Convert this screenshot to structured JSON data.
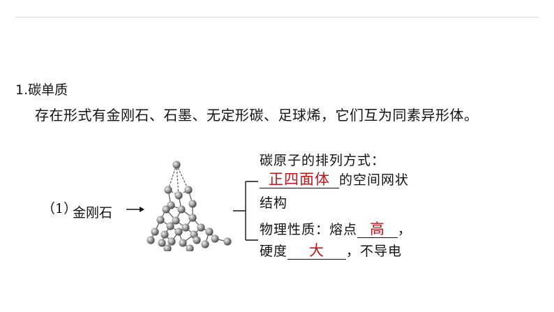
{
  "section": {
    "heading": "1.碳单质",
    "intro": "存在形式有金刚石、石墨、无定形碳、足球烯，它们互为同素异形体。"
  },
  "item": {
    "number": "（1）",
    "name": "金刚石",
    "structure_label": "碳原子的排列方式：",
    "structure_answer": "正四面体",
    "structure_suffix": "的空间网状",
    "structure_suffix2": "结构",
    "properties_label": "物理性质：熔点",
    "melting_point_answer": "高",
    "comma": "，",
    "hardness_label": "硬度",
    "hardness_answer": "大",
    "conductivity": "，不导电"
  },
  "colors": {
    "answer": "#c0151b",
    "atom": "#8a8a8a"
  }
}
